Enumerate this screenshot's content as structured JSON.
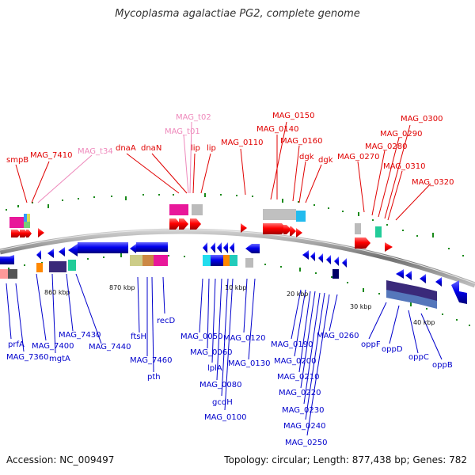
{
  "title": "Mycoplasma agalactiae PG2, complete genome",
  "footer": {
    "accession": "Accession: NC_009497",
    "summary": "Topology: circular; Length: 877,438 bp; Genes: 782"
  },
  "colors": {
    "forward_gene": "#ff0000",
    "reverse_gene": "#0000ee",
    "trna_label": "#ee88bb",
    "backbone": "#777777",
    "tick": "#1a8a1a"
  },
  "top_labels": [
    "smpB",
    "MAG_7410",
    "MAG_t34",
    "dnaA",
    "dnaN",
    "MAG_t02",
    "MAG_t01",
    "lip",
    "lip",
    "MAG_0110",
    "MAG_0150",
    "MAG_0140",
    "MAG_0160",
    "dgk",
    "dgk",
    "MAG_0270",
    "MAG_0280",
    "MAG_0290",
    "MAG_0300",
    "MAG_0310",
    "MAG_0320"
  ],
  "bottom_labels": [
    "prfA",
    "MAG_7360",
    "MAG_7400",
    "mgtA",
    "MAG_7430",
    "MAG_7440",
    "ftsH",
    "MAG_7460",
    "pth",
    "recD",
    "MAG_0050",
    "MAG_0060",
    "lplA",
    "MAG_0080",
    "gcdH",
    "MAG_0100",
    "MAG_0120",
    "MAG_0130",
    "MAG_0190",
    "MAG_0200",
    "MAG_0210",
    "MAG_0220",
    "MAG_0230",
    "MAG_0240",
    "MAG_0250",
    "MAG_0260",
    "oppF",
    "oppD",
    "oppC",
    "oppB"
  ],
  "scale_labels": [
    "860 kbp",
    "870 kbp",
    "10 kbp",
    "20 kbp",
    "30 kbp",
    "40 kbp"
  ]
}
